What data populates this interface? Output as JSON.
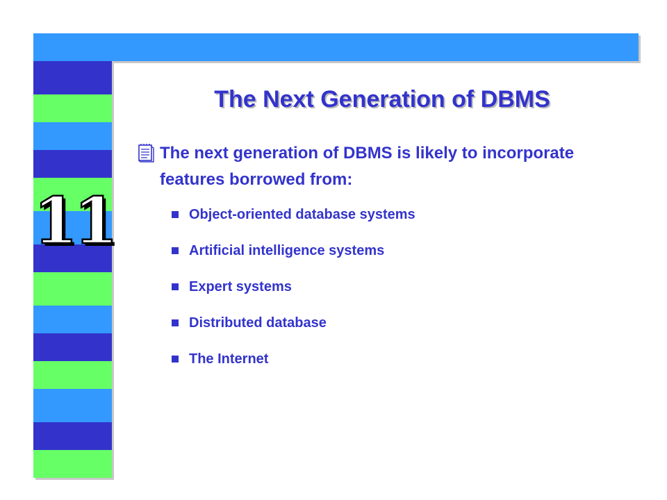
{
  "slide": {
    "number": "11",
    "title": "The Next Generation of DBMS",
    "main_bullet": {
      "icon": "notepad-bullet-icon",
      "text": "The next generation of DBMS is likely to incorporate features borrowed from:"
    },
    "sub_bullets": [
      "Object-oriented database systems",
      "Artificial intelligence systems",
      "Expert systems",
      "Distributed database",
      "The Internet"
    ]
  },
  "colors": {
    "text": "#3333cc",
    "band_dark": "#3333cc",
    "band_light": "#3399ff",
    "band_green": "#66ff66",
    "background": "#ffffff"
  }
}
